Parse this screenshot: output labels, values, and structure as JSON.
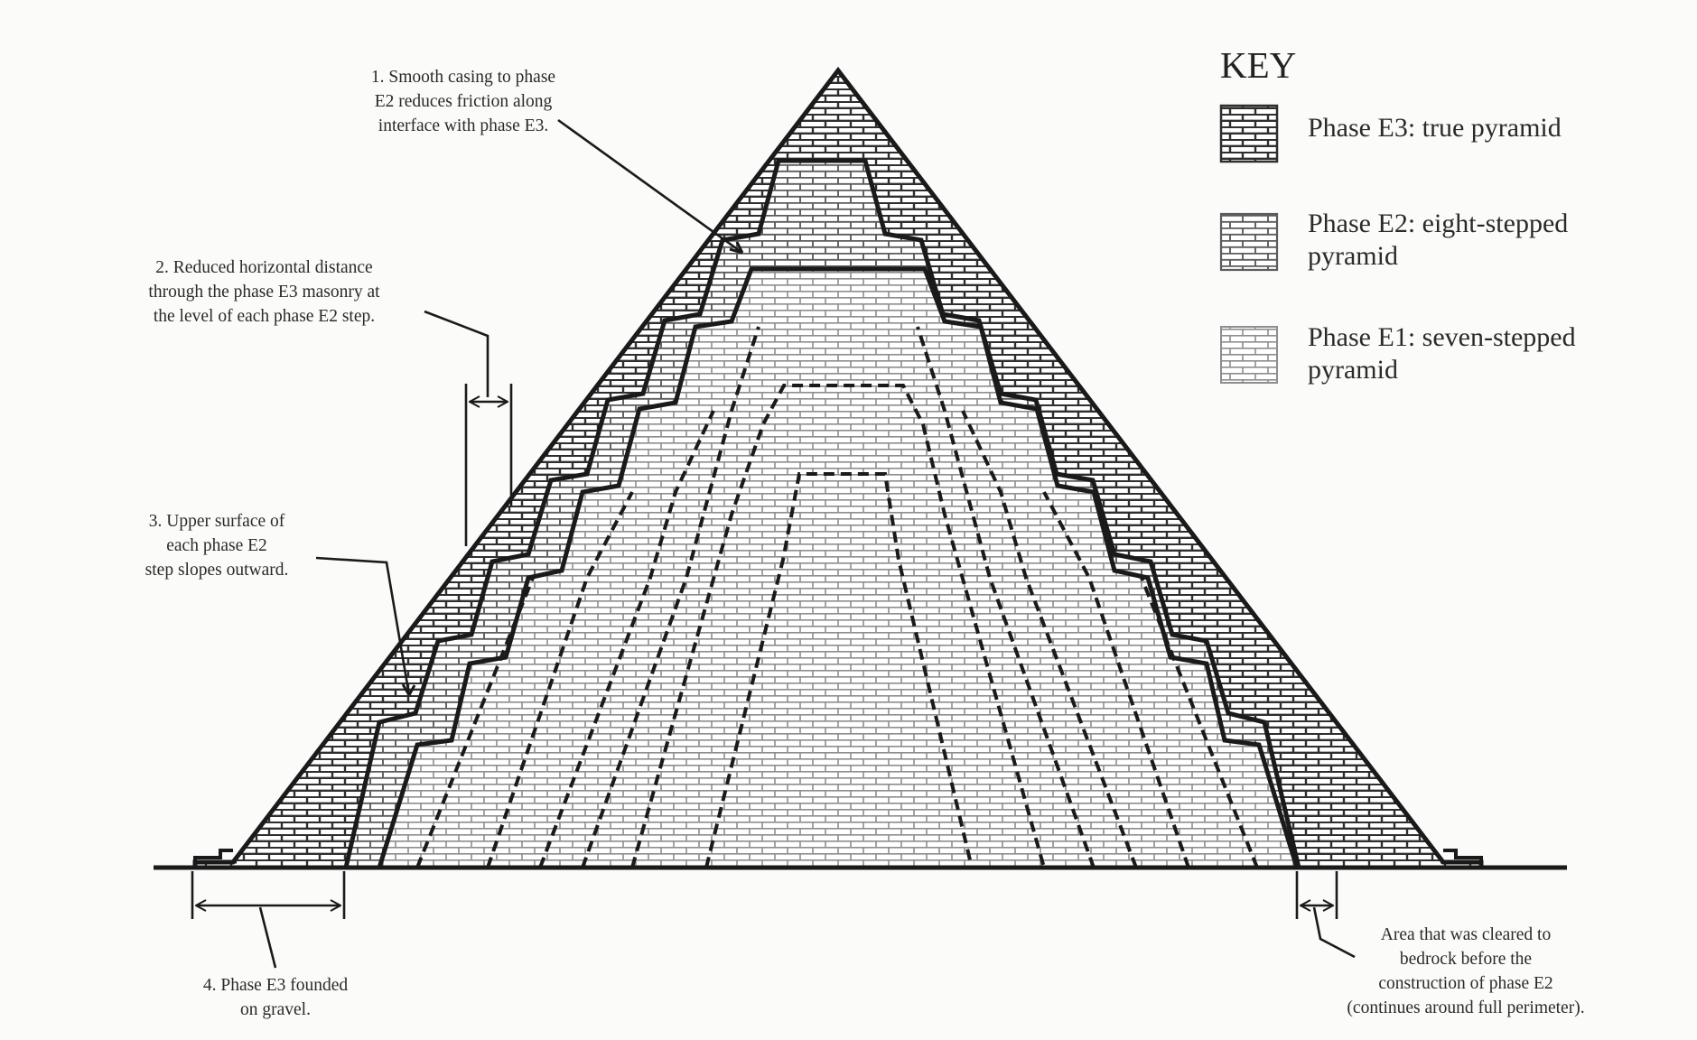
{
  "key": {
    "title": "KEY",
    "items": [
      {
        "id": "e3",
        "line1": "Phase E3: true pyramid",
        "line2": "",
        "pattern": "dense"
      },
      {
        "id": "e2",
        "line1": "Phase E2: eight-stepped",
        "line2": "pyramid",
        "pattern": "medium"
      },
      {
        "id": "e1",
        "line1": "Phase E1: seven-stepped",
        "line2": "pyramid",
        "pattern": "light"
      }
    ]
  },
  "annotations": {
    "note1": {
      "lines": [
        "1. Smooth casing to phase",
        "E2 reduces friction along",
        "interface with phase E3."
      ]
    },
    "note2": {
      "lines": [
        "2. Reduced horizontal distance",
        "through the phase E3 masonry at",
        "the level of each phase E2 step."
      ]
    },
    "note3": {
      "lines": [
        "3. Upper surface of",
        "each phase E2",
        "step slopes outward."
      ]
    },
    "note4": {
      "lines": [
        "4. Phase E3 founded",
        "on gravel."
      ]
    },
    "note5": {
      "lines": [
        "Area that was cleared to",
        "bedrock before the",
        "construction of phase E2",
        "(continues around full perimeter)."
      ]
    }
  },
  "colors": {
    "background": "#fbfbfa",
    "line": "#1a1a1a",
    "brick_dense": "#3a3a3a",
    "brick_medium": "#6a6a6a",
    "brick_light": "#9a9a9a"
  }
}
